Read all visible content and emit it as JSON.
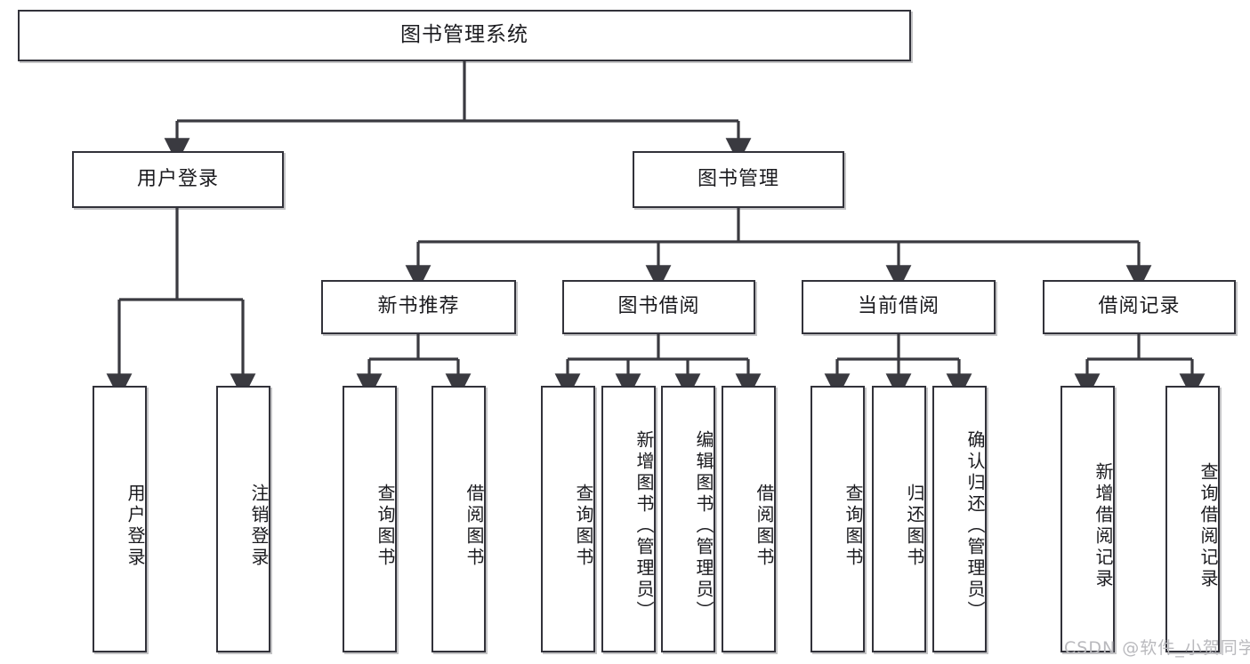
{
  "diagram": {
    "title": "图书管理系统",
    "type": "tree-structure-chart",
    "root": {
      "id": "root",
      "label": "图书管理系统"
    },
    "level2": [
      {
        "id": "user-login",
        "label": "用户登录"
      },
      {
        "id": "book-manage",
        "label": "图书管理"
      }
    ],
    "level3": [
      {
        "id": "new-book-recommend",
        "label": "新书推荐"
      },
      {
        "id": "book-borrow",
        "label": "图书借阅"
      },
      {
        "id": "current-borrow",
        "label": "当前借阅"
      },
      {
        "id": "borrow-record",
        "label": "借阅记录"
      }
    ],
    "leaves": {
      "user_login": [
        {
          "id": "leaf-user-login",
          "label": "用户登录"
        },
        {
          "id": "leaf-user-logout",
          "label": "注销登录"
        }
      ],
      "new_book_recommend": [
        {
          "id": "leaf-query-book-1",
          "label": "查询图书"
        },
        {
          "id": "leaf-borrow-book-1",
          "label": "借阅图书"
        }
      ],
      "book_borrow": [
        {
          "id": "leaf-query-book-2",
          "label": "查询图书"
        },
        {
          "id": "leaf-add-book",
          "label": "新增图书（管理员）"
        },
        {
          "id": "leaf-edit-book",
          "label": "编辑图书（管理员）"
        },
        {
          "id": "leaf-borrow-book-2",
          "label": "借阅图书"
        }
      ],
      "current_borrow": [
        {
          "id": "leaf-query-book-3",
          "label": "查询图书"
        },
        {
          "id": "leaf-return-book",
          "label": "归还图书"
        },
        {
          "id": "leaf-confirm-return",
          "label": "确认归还（管理员）"
        }
      ],
      "borrow_record": [
        {
          "id": "leaf-add-record",
          "label": "新增借阅记录"
        },
        {
          "id": "leaf-query-record",
          "label": "查询借阅记录"
        }
      ]
    }
  },
  "watermark": {
    "text": "CSDN @软件_小贺同学"
  },
  "colors": {
    "box_border": "#32323a",
    "box_fill": "#ffffff",
    "connector": "#3a3a40",
    "text": "#1b1b1f",
    "watermark": "#b9b9bd",
    "background": "#ffffff"
  }
}
